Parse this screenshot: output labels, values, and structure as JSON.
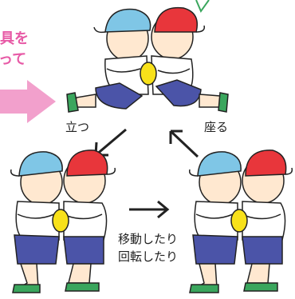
{
  "headline": {
    "line1": "具を",
    "line2": "って"
  },
  "steps": {
    "stand": "立つ",
    "sit": "座る",
    "move_line1": "移動したり",
    "move_line2": "回転したり"
  },
  "colors": {
    "pink_text": "#e75aa6",
    "pink_arrow": "#f2a0cc",
    "blue_cap": "#7fc6e6",
    "red_cap": "#e8363b",
    "ball_yellow": "#f8e11a",
    "shorts_blue": "#4b54a8",
    "green_accent": "#3aa65d"
  },
  "icons": [
    "pink-right-arrow",
    "diagonal-arrow-down-left",
    "diagonal-arrow-up-left",
    "arrow-right"
  ]
}
